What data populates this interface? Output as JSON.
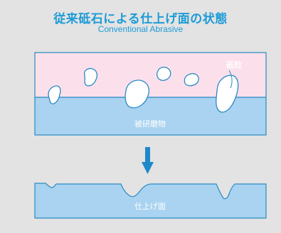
{
  "title": {
    "japanese": "従来砥石による仕上げ面の状態",
    "english": "Conventional Abrasive"
  },
  "labels": {
    "grain": "砥粒",
    "workpiece": "被研磨物",
    "finished_surface": "仕上げ面"
  },
  "colors": {
    "background": "#e3e3e3",
    "title": "#1d9bd6",
    "binder": "#fbe0ec",
    "workpiece": "#a9d3f0",
    "outline": "#2a8ac4",
    "arrow": "#1f88c9",
    "label": "#ffffff",
    "grain": "#ffffff"
  }
}
